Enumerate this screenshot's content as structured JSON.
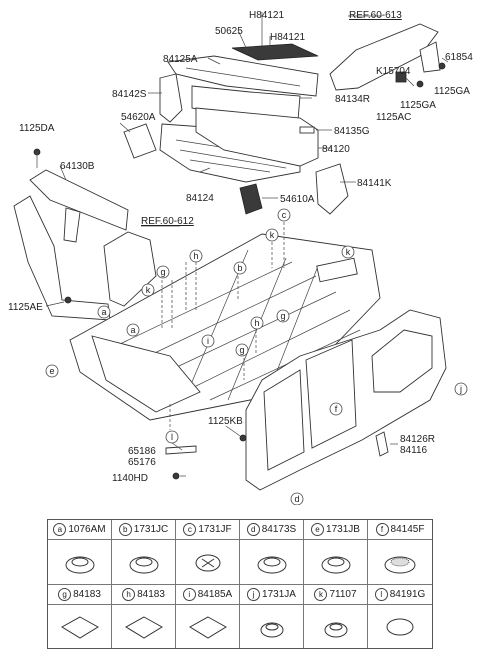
{
  "labels": {
    "ref_60_613": "REF.60-613",
    "ref_60_612": "REF.60-612",
    "h84121_a": "H84121",
    "h84121_b": "H84121",
    "p50625": "50625",
    "p84125a": "84125A",
    "p84142s": "84142S",
    "p54620a": "54620A",
    "p84134r": "84134R",
    "p84135g": "84135G",
    "p84120": "84120",
    "p84124": "84124",
    "p54610a": "54610A",
    "p84141k": "84141K",
    "p61854": "61854",
    "pk15704": "K15704",
    "p1125ga_a": "1125GA",
    "p1125ga_b": "1125GA",
    "p1125ac": "1125AC",
    "p1125da": "1125DA",
    "p64130b": "64130B",
    "p1125ae": "1125AE",
    "p1125kb": "1125KB",
    "p65186": "65186",
    "p65176": "65176",
    "p1140hd": "1140HD",
    "p84126r": "84126R",
    "p84116": "84116"
  },
  "callouts": {
    "a1": "a",
    "a2": "a",
    "b": "b",
    "c": "c",
    "d": "d",
    "e": "e",
    "f": "f",
    "g1": "g",
    "g2": "g",
    "g3": "g",
    "h1": "h",
    "h2": "h",
    "i": "i",
    "j": "j",
    "k1": "k",
    "k2": "k",
    "k3": "k",
    "l": "l"
  },
  "legend": [
    {
      "letter": "a",
      "part": "1076AM",
      "icon": "grommet-round"
    },
    {
      "letter": "b",
      "part": "1731JC",
      "icon": "grommet-round"
    },
    {
      "letter": "c",
      "part": "1731JF",
      "icon": "plug-cross"
    },
    {
      "letter": "d",
      "part": "84173S",
      "icon": "grommet-round"
    },
    {
      "letter": "e",
      "part": "1731JB",
      "icon": "grommet-round"
    },
    {
      "letter": "f",
      "part": "84145F",
      "icon": "plug-dotted"
    },
    {
      "letter": "g",
      "part": "84183",
      "icon": "pad-diamond"
    },
    {
      "letter": "h",
      "part": "84183",
      "icon": "pad-diamond"
    },
    {
      "letter": "i",
      "part": "84185A",
      "icon": "pad-diamond"
    },
    {
      "letter": "j",
      "part": "1731JA",
      "icon": "grommet-small"
    },
    {
      "letter": "k",
      "part": "71107",
      "icon": "grommet-small"
    },
    {
      "letter": "l",
      "part": "84191G",
      "icon": "pad-oval"
    }
  ]
}
